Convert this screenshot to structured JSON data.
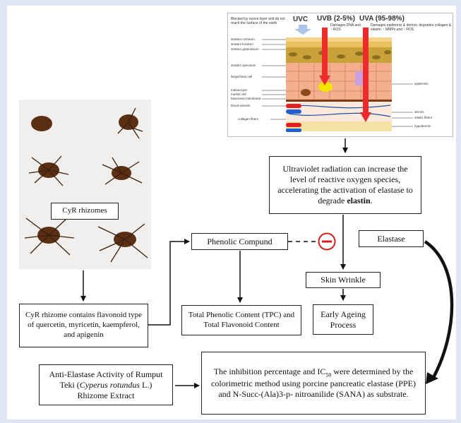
{
  "skin_figure": {
    "note_uvc": "Blocked by ozone layer and do not reach the surface of the earth",
    "uvc": "UVC",
    "uvb": "UVB (2-5%)",
    "uvb_desc": "Damages DNA and ↑ ROS",
    "uva": "UVA (95-98%)",
    "uva_desc": "Damages epidermis & dermis; degrades collagen & elastin; ↑ MMPs and ↑ ROS",
    "layers": [
      "stratum corneum",
      "stratum lucidum",
      "stratum granulosum",
      "stratum spinosum",
      "langerhans cell",
      "melanocyte",
      "merkel cell",
      "basement membrane",
      "blood vessels",
      "collagen fibers"
    ],
    "right_labels": [
      "epidermis",
      "dermis",
      "elastic fibers",
      "hypodermis"
    ]
  },
  "photo": {
    "label": "CyR rhizomes"
  },
  "boxes": {
    "uv_effect": {
      "pre": "Ultraviolet radiation can increase the level of reactive oxygen species, accelerating the activation of elastase to degrade ",
      "bold": "elastin",
      "post": "."
    },
    "phenolic": "Phenolic Compund",
    "elastase": "Elastase",
    "skin_wrinkle": "Skin Wrinkle",
    "early_ageing": "Early Ageing Process",
    "tpc": "Total Phenolic Content (TPC) and Total Flavonoid Content",
    "cyr_flavonoid": "CyR rhizome contains flavonoid type of quercetin, myricetin, kaempferol, and apigenin",
    "anti_elastase": {
      "pre": "Anti-Elastase Activity of Rumput Teki (",
      "italic": "Cyperus rotundus",
      "post": " L.) Rhizome Extract"
    },
    "inhibition": {
      "pre": "The inhibition percentage and IC",
      "sub": "50",
      "post": " were determined by the colorimetric method using porcine pancreatic elastase (PPE) and N-Succ-(Ala)3-p- nitroanilide (SANA) as substrate."
    }
  },
  "inhibit_symbol": "−"
}
